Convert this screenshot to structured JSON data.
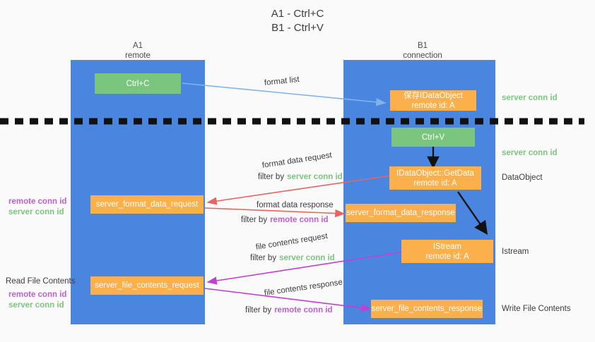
{
  "title": {
    "line1": "A1 - Ctrl+C",
    "line2": "B1 - Ctrl+V"
  },
  "columns": [
    {
      "name": "A1",
      "sub": "remote"
    },
    {
      "name": "B1",
      "sub": "connection"
    }
  ],
  "boxes": {
    "ctrl_c": {
      "label": "Ctrl+C"
    },
    "ctrl_v": {
      "label": "Ctrl+V"
    },
    "save_idataobject": {
      "label": "保存IDataObject",
      "sub": "remote id: A"
    },
    "getdata": {
      "label": "IDataObject::GetData",
      "sub": "remote id: A"
    },
    "istream": {
      "label": "IStream",
      "sub": "remote id: A"
    },
    "server_format_data_request": {
      "label": "server_format_data_request"
    },
    "server_format_data_response": {
      "label": "server_format_data_response"
    },
    "server_file_contents_request": {
      "label": "server_file_contents_request"
    },
    "server_file_contents_response": {
      "label": "server_file_contents_response"
    }
  },
  "edges": {
    "format_list": {
      "label": "format list"
    },
    "format_data_request": {
      "label": "format data request",
      "filter_prefix": "filter by",
      "filter_key": "server conn id"
    },
    "format_data_response": {
      "label": "format data response",
      "filter_prefix": "filter by",
      "filter_key": "remote conn id"
    },
    "file_contents_request": {
      "label": "file contents request",
      "filter_prefix": "filter by",
      "filter_key": "server conn id"
    },
    "file_contents_response": {
      "label": "file contents response",
      "filter_prefix": "filter by",
      "filter_key": "remote conn id"
    }
  },
  "right_labels": {
    "server_conn_id_top": "server conn id",
    "server_conn_id_mid": "server conn id",
    "dataobject": "DataObject",
    "istream": "Istream",
    "write_file_contents": "Write File Contents"
  },
  "left_labels": {
    "format_remote": "remote conn id",
    "format_server": "server conn id",
    "read_file_contents": "Read File Contents",
    "file_remote": "remote conn id",
    "file_server": "server conn id"
  },
  "colors": {
    "panel": "#4a86e0",
    "green_box": "#7bc67e",
    "orange_box": "#fcb04c",
    "server_conn_text": "#7dc47f",
    "remote_conn_text": "#c05fd0",
    "blue_arrow": "#7fb4e8",
    "red_arrow": "#e8645f",
    "magenta_arrow": "#c23fd0",
    "black_arrow": "#000000",
    "background": "#fafafa"
  }
}
